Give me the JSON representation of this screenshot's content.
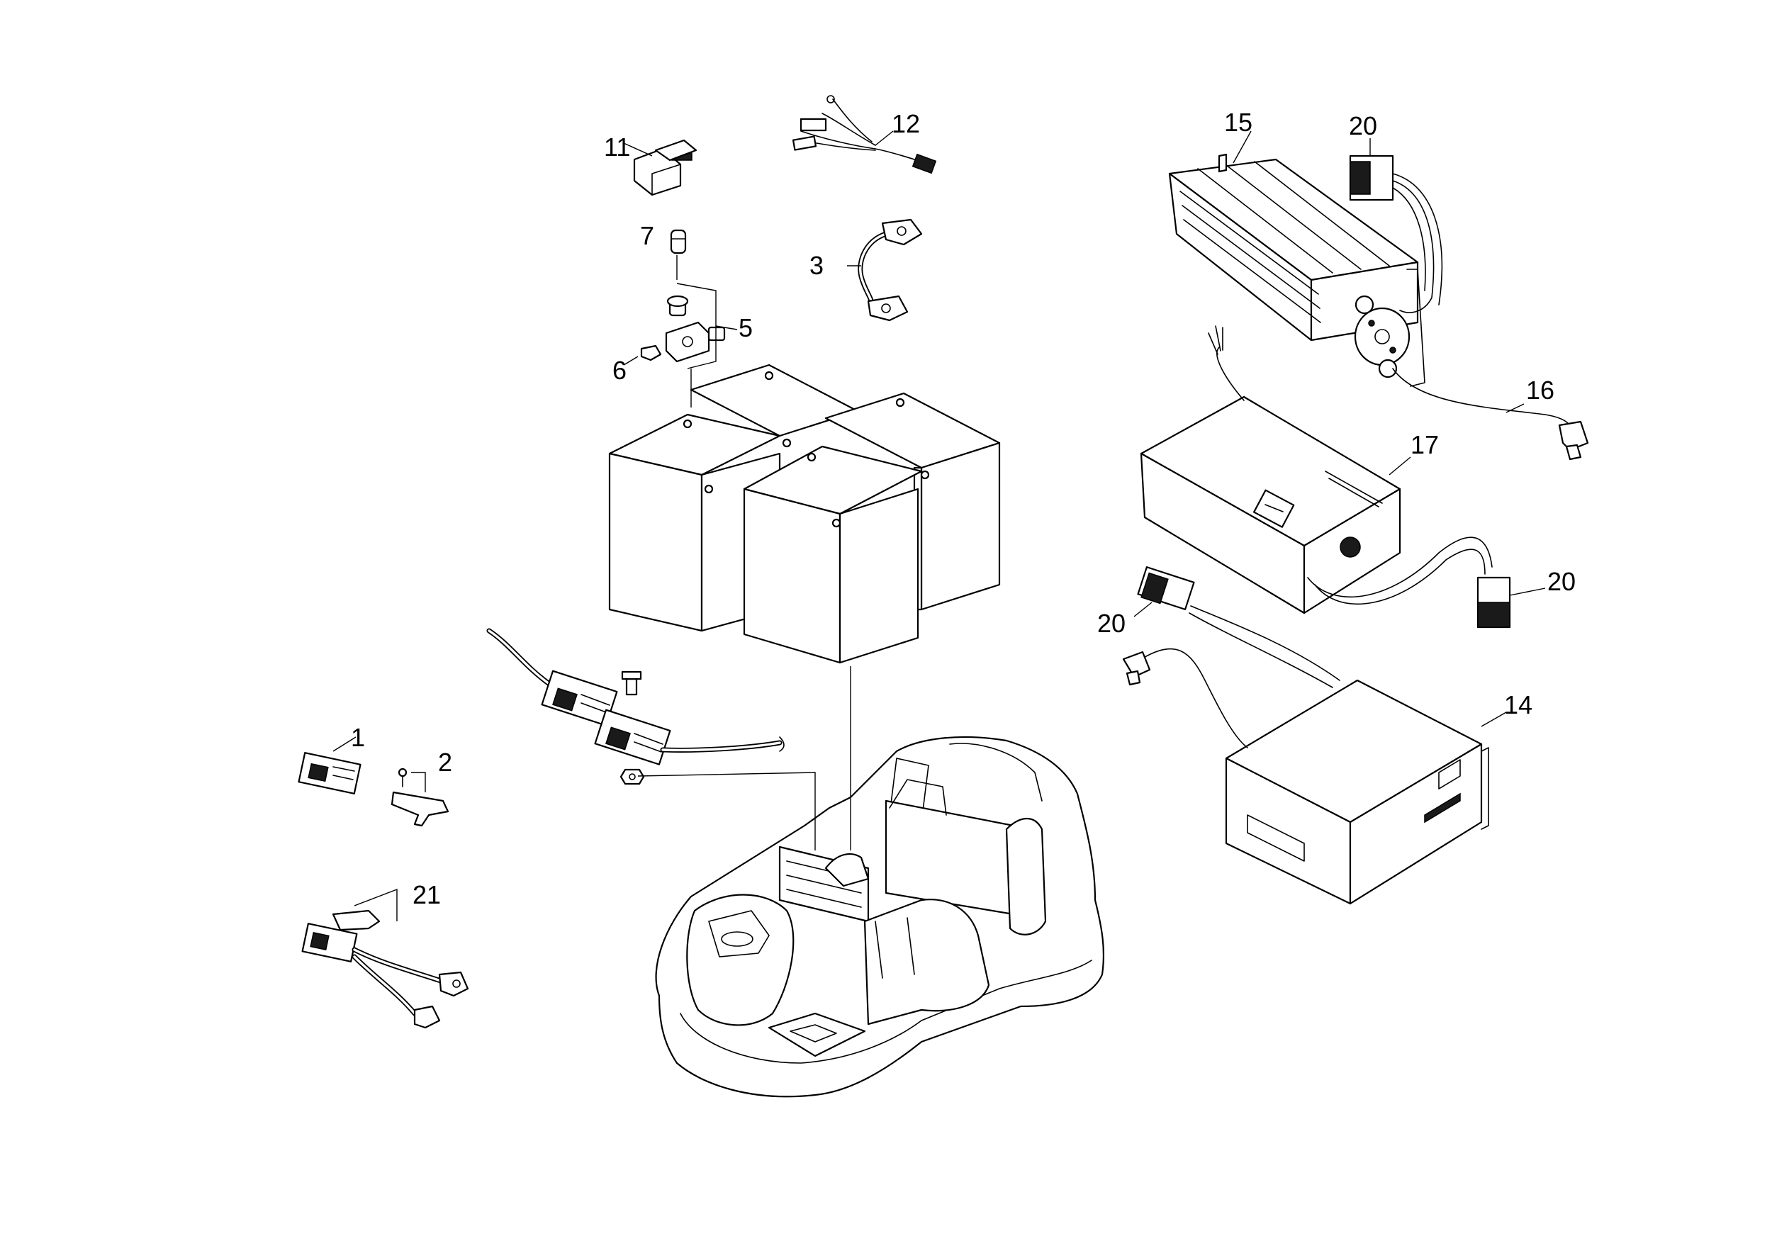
{
  "callouts": [
    {
      "id": "1",
      "text": "1"
    },
    {
      "id": "2",
      "text": "2"
    },
    {
      "id": "3",
      "text": "3"
    },
    {
      "id": "5",
      "text": "5"
    },
    {
      "id": "6",
      "text": "6"
    },
    {
      "id": "7",
      "text": "7"
    },
    {
      "id": "11",
      "text": "11"
    },
    {
      "id": "12",
      "text": "12"
    },
    {
      "id": "14",
      "text": "14"
    },
    {
      "id": "15",
      "text": "15"
    },
    {
      "id": "16",
      "text": "16"
    },
    {
      "id": "17",
      "text": "17"
    },
    {
      "id": "20a",
      "text": "20"
    },
    {
      "id": "20b",
      "text": "20"
    },
    {
      "id": "20c",
      "text": "20"
    },
    {
      "id": "21",
      "text": "21"
    }
  ]
}
